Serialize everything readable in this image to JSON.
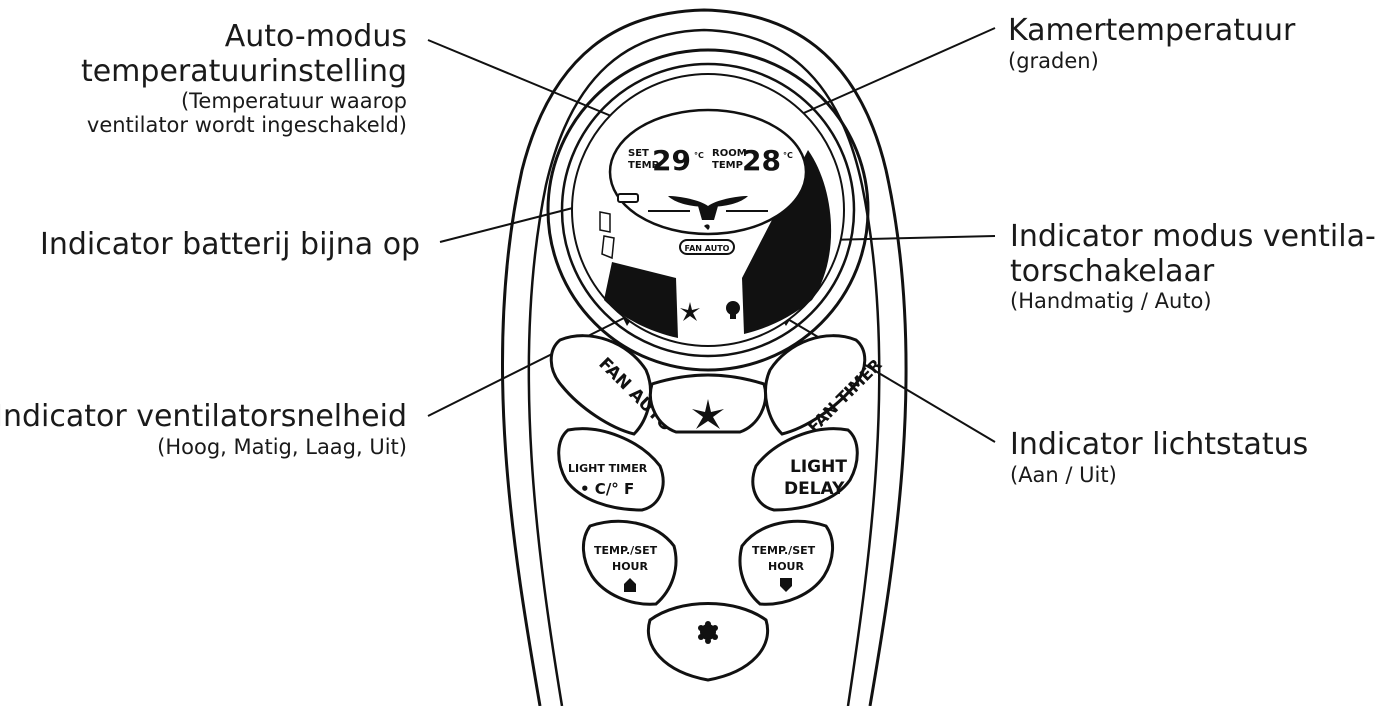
{
  "labels": {
    "auto_mode_title_1": "Auto-modus",
    "auto_mode_title_2": "temperatuurinstelling",
    "auto_mode_note_1": "(Temperatuur waarop",
    "auto_mode_note_2": "ventilator wordt ingeschakeld)",
    "battery": "Indicator batterij bijna op",
    "fan_speed_title": "Indicator ventilatorsnelheid",
    "fan_speed_note": "(Hoog, Matig, Laag, Uit)",
    "room_temp_title": "Kamertemperatuur",
    "room_temp_note": "(graden)",
    "switch_mode_title_1": "Indicator modus ventila-",
    "switch_mode_title_2": "torschakelaar",
    "switch_mode_note": "(Handmatig / Auto)",
    "light_status_title": "Indicator lichtstatus",
    "light_status_note": "(Aan / Uit)"
  },
  "display": {
    "set_label_1": "SET",
    "set_label_2": "TEMP",
    "set_value": "29",
    "room_label_1": "ROOM",
    "room_label_2": "TEMP",
    "room_value": "28",
    "unit": "°C",
    "mode_badge": "FAN AUTO"
  },
  "buttons": {
    "fan_auto": "FAN AUTO",
    "fan_timer": "FAN TIMER",
    "light_timer_1": "LIGHT TIMER",
    "light_timer_2": "• C/° F",
    "light_delay_1": "LIGHT",
    "light_delay_2": "DELAY",
    "temp_left_1": "TEMP./SET",
    "temp_left_2": "HOUR",
    "temp_right_1": "TEMP./SET",
    "temp_right_2": "HOUR"
  },
  "icons": {
    "fan": "fan-icon",
    "light": "light-bulb-icon",
    "up": "up-arrow-icon",
    "down": "down-arrow-icon"
  }
}
